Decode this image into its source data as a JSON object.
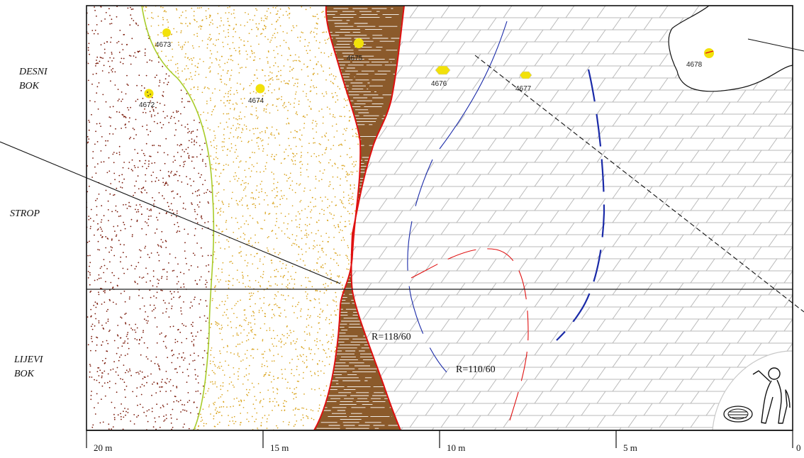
{
  "sides": {
    "right_wall": [
      "DESNI",
      "BOK"
    ],
    "ceiling": "STROP",
    "left_wall": [
      "LIJEVI",
      "BOK"
    ]
  },
  "scale": [
    "20 m",
    "15 m",
    "10 m",
    "5 m",
    "0"
  ],
  "samples": [
    "4673",
    "4672",
    "4674",
    "4675",
    "4676",
    "4677",
    "4678"
  ],
  "measurements": [
    "R=118/60",
    "R=110/60"
  ],
  "icons": [
    "manhole-icon",
    "person-pointing-icon"
  ],
  "colors": {
    "dark_dots": "#7a1a0a",
    "ochre_dots": "#d9a21a",
    "brown_band": "#8b5a2b",
    "red_contact": "#e01010",
    "green_contact": "#a8cc2a",
    "blue_joint": "#1a2aa8",
    "layer_lines": "#b8b8b8",
    "sample_marker": "#f2e10a"
  }
}
